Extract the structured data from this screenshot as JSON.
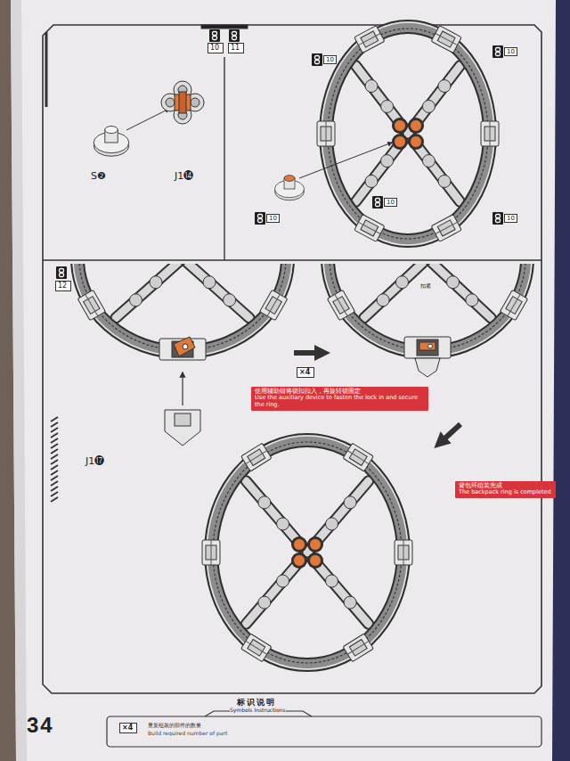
{
  "diagram": {
    "nodes": [
      {
        "text": [
          "10"
        ]
      },
      {
        "text": [
          "11"
        ]
      },
      {
        "text": [
          "12"
        ]
      },
      {
        "text": [
          "×4"
        ]
      },
      {
        "text": [
          "使用辅助钳将锁扣扣入，再旋转锁固定",
          "Use the auxiliary device to fasten the lock in and secure the ring."
        ]
      },
      {
        "text": [
          "背包环组装完成",
          "The backpack ring is completed"
        ]
      },
      {
        "text": [
          "×4"
        ]
      }
    ],
    "labels": [
      "S❷",
      "J1⓮",
      "10",
      "10",
      "10",
      "10",
      "10",
      "J1⓱",
      "扣紧",
      "标识说明",
      "Symbols Instructions",
      "34",
      "重复组装的部件的数量",
      "Build required number of part"
    ]
  }
}
